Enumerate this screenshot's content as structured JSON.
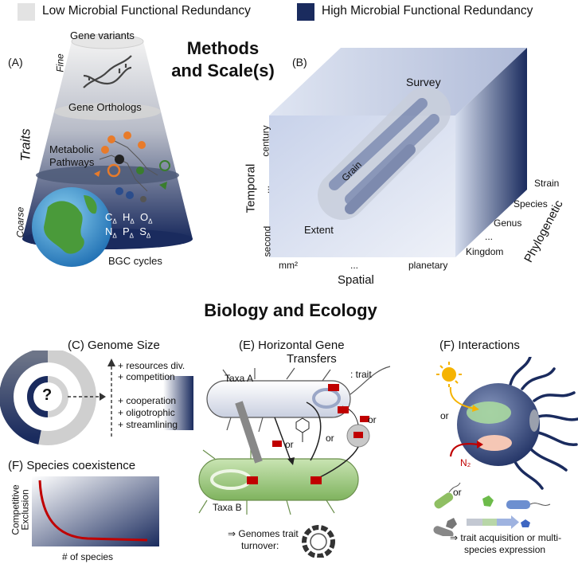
{
  "legend": {
    "low_label": "Low Microbial Functional Redundancy",
    "high_label": "High Microbial Functional Redundancy",
    "low_color": "#e3e3e3",
    "high_color": "#1a2b5e"
  },
  "section_methods": {
    "title_line1": "Methods",
    "title_line2": "and Scale(s)"
  },
  "panel_a": {
    "tag": "(A)",
    "fine": "Fine",
    "coarse": "Coarse",
    "traits": "Traits",
    "gene_variants": "Gene variants",
    "gene_orthologs": "Gene Orthologs",
    "metabolic_line1": "Metabolic",
    "metabolic_line2": "Pathways",
    "bgc_cycles": "BGC cycles",
    "elements_row1": [
      "C",
      "H",
      "O"
    ],
    "elements_row2": [
      "N",
      "P",
      "S"
    ],
    "delta": "Δ"
  },
  "panel_b": {
    "tag": "(B)",
    "survey": "Survey",
    "grain": "Grain",
    "extent": "Extent",
    "temporal": "Temporal",
    "temporal_ticks": [
      "century",
      "...",
      "second"
    ],
    "spatial": "Spatial",
    "spatial_ticks": [
      "mm²",
      "...",
      "planetary"
    ],
    "phylogenetic": "Phylogenetic",
    "phylo_ticks": [
      "Strain",
      "Species",
      "Genus",
      "...",
      "Kingdom"
    ]
  },
  "section_biology": {
    "title": "Biology and Ecology"
  },
  "panel_c": {
    "title": "(C) Genome Size",
    "question": "?",
    "bullets": [
      "+ resources div.",
      "+ competition",
      "+ cooperation",
      "+ oligotrophic",
      "+ streamlining"
    ]
  },
  "panel_e": {
    "title_line1": "(E) Horizontal Gene",
    "title_line2": "Transfers",
    "taxa_a": "Taxa A",
    "taxa_b": "Taxa B",
    "trait_key": ": trait",
    "or": "or",
    "footer_line1": "⇒  Genomes trait",
    "footer_line2": "turnover:"
  },
  "panel_f_interactions": {
    "title": "(F) Interactions",
    "or": "or",
    "n2": "N₂",
    "footer_line1": "⇒  trait acquisition or multi-",
    "footer_line2": "species expression"
  },
  "panel_f_coexistence": {
    "title": "(F) Species coexistence",
    "ylabel_line1": "Competitive",
    "ylabel_line2": "Exclusion",
    "xlabel": "# of species"
  }
}
